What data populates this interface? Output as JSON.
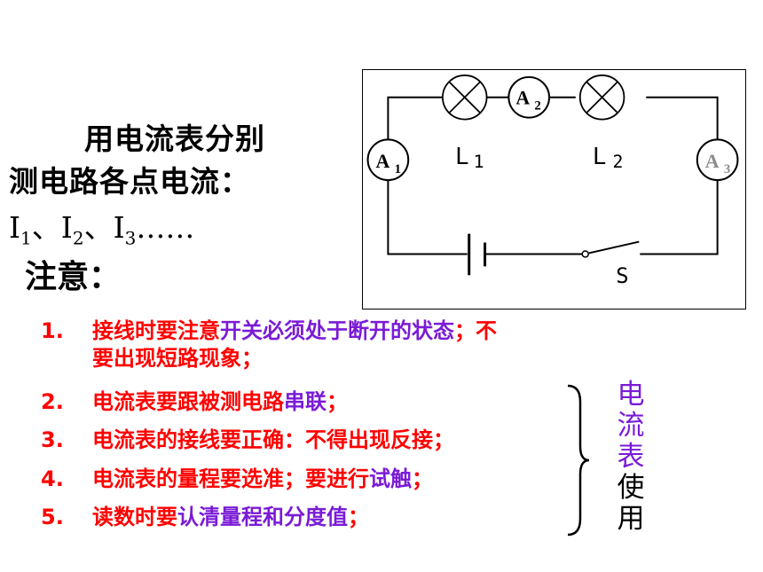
{
  "intro": {
    "line1": "用电流表分别",
    "line2": "测电路各点电流：",
    "currents": [
      {
        "sym": "I",
        "sub": "1",
        "sep": "、"
      },
      {
        "sym": "I",
        "sub": "2",
        "sep": "、"
      },
      {
        "sym": "I",
        "sub": "3",
        "sep": "……"
      }
    ]
  },
  "note_title": "注意：",
  "rules": [
    {
      "num": "1.",
      "segments": [
        {
          "text": "接线时要注意",
          "color": "red"
        },
        {
          "text": "开关必须处于断开的状态",
          "color": "purple"
        },
        {
          "text": "；不",
          "color": "red"
        }
      ],
      "line2": "要出现短路现象；"
    },
    {
      "num": "2.",
      "segments": [
        {
          "text": "电流表要跟被测电路",
          "color": "red"
        },
        {
          "text": "串联",
          "color": "purple"
        },
        {
          "text": "；",
          "color": "red"
        }
      ]
    },
    {
      "num": "3.",
      "segments": [
        {
          "text": "电流表的接线要正确：不得出现反接；",
          "color": "red"
        }
      ]
    },
    {
      "num": "4.",
      "segments": [
        {
          "text": "电流表的量程要选准；要进行",
          "color": "red"
        },
        {
          "text": "试触",
          "color": "purple"
        },
        {
          "text": "；",
          "color": "red"
        }
      ]
    },
    {
      "num": "5.",
      "segments": [
        {
          "text": "读数时要",
          "color": "red"
        },
        {
          "text": "认清量程和分度值",
          "color": "purple"
        },
        {
          "text": "；",
          "color": "red"
        }
      ]
    }
  ],
  "side_label": {
    "purple_chars": [
      "电",
      "流",
      "表"
    ],
    "black_chars": [
      "使",
      "用"
    ]
  },
  "circuit": {
    "lamp_labels": [
      {
        "letter": "L",
        "sub": "1"
      },
      {
        "letter": "L",
        "sub": "2"
      }
    ],
    "ammeters": [
      {
        "letter": "A",
        "sub": "1"
      },
      {
        "letter": "A",
        "sub": "2"
      },
      {
        "letter": "A",
        "sub": "3"
      }
    ],
    "switch_label": "S"
  },
  "colors": {
    "red": "#ff0000",
    "purple": "#7a1bd6",
    "ammeter_a3_text": "#8c8c8c"
  }
}
